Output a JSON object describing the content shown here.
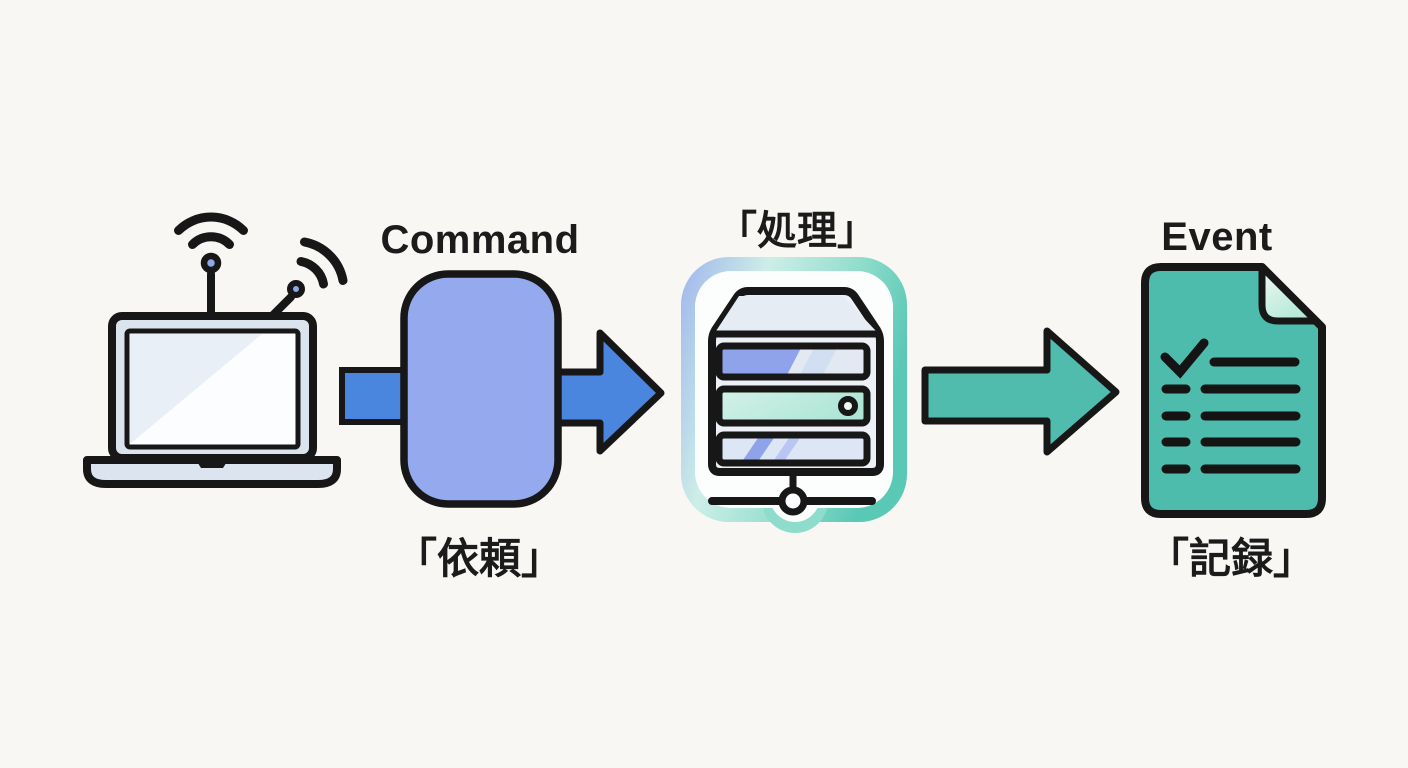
{
  "diagram": {
    "title": "Command to Event flow",
    "background": "#f8f7f4",
    "outline_color": "#171717",
    "nodes": {
      "client": {
        "icon": "laptop-wifi-icon",
        "body_fill": "#dbe3ee",
        "screen_fill": "#fcfdff",
        "antenna_dot_fill": "#8ea8ea"
      },
      "command": {
        "label": "Command",
        "caption": "「依頼」",
        "box_fill": "#94a9ee"
      },
      "server": {
        "icon": "server-icon",
        "caption": "「処理」",
        "body_fill": "#edf1f7",
        "glow_from": "#9fb5ec",
        "glow_to": "#59c8b5",
        "slot_blue": "#8fa3ea",
        "slot_mint": "#bdeadd"
      },
      "event": {
        "icon": "event-document-icon",
        "label": "Event",
        "caption": "「記録」",
        "doc_fill": "#4dbcac",
        "fold_fill": "#d9f4ec"
      }
    },
    "arrows": {
      "command_arrow": {
        "direction": "right",
        "fill": "#4a86dd"
      },
      "event_arrow": {
        "direction": "right",
        "fill": "#4fbcae"
      }
    }
  }
}
